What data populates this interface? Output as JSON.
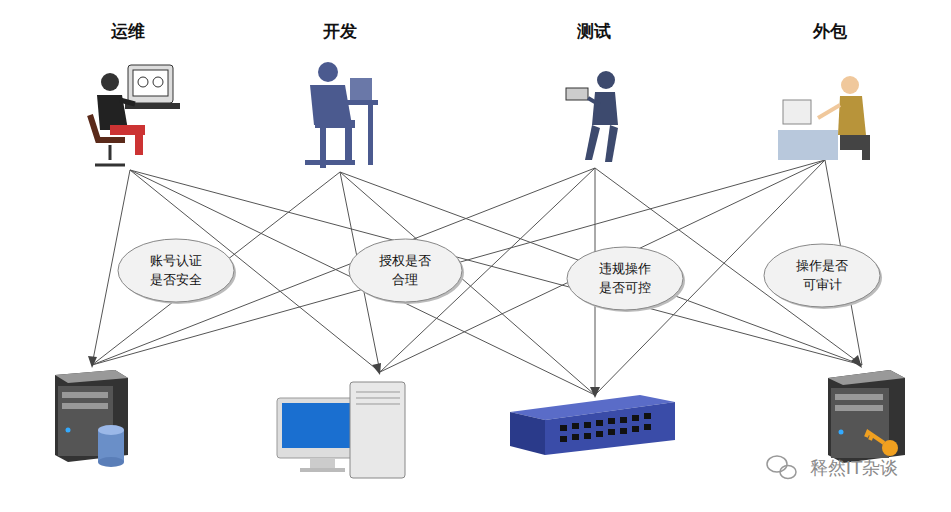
{
  "diagram": {
    "nodes": [
      {
        "text": [
          "账号认证是否安全"
        ]
      },
      {
        "text": [
          "授权是否合理"
        ]
      },
      {
        "text": [
          "违规操作是否可控"
        ]
      },
      {
        "text": [
          "操作是否可审计"
        ]
      }
    ],
    "labels": [
      "运维",
      "开发",
      "测试",
      "外包",
      "释然IT杂谈"
    ]
  }
}
